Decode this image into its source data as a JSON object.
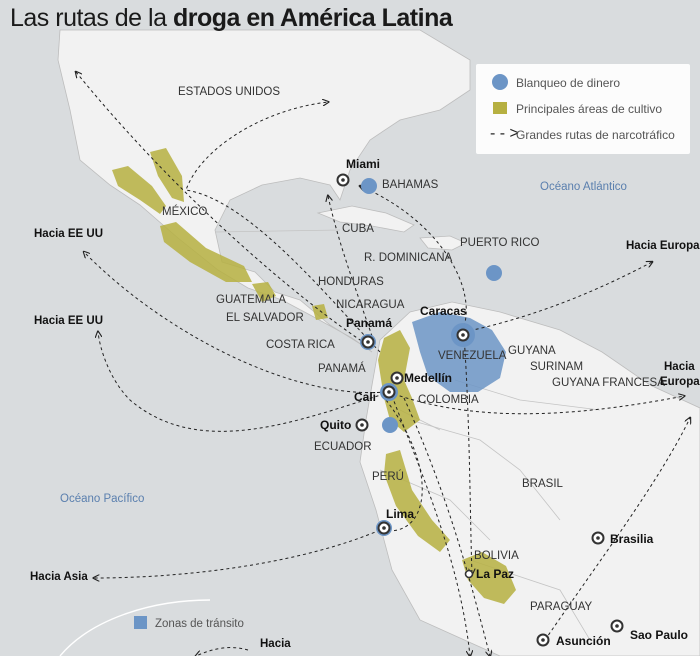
{
  "title": {
    "part1": "Las rutas de la ",
    "part2": "droga en América Latina"
  },
  "legend": {
    "laundering": "Blanqueo de dinero",
    "cultivation": "Principales áreas de cultivo",
    "routes": "Grandes rutas de narcotráfico",
    "transit": "Zonas de tránsito"
  },
  "colors": {
    "laundering": "#6c95c6",
    "cultivation": "#b6b041",
    "land": "#f2f2f2",
    "sea": "#d9dcde",
    "route": "#222222"
  },
  "countries": {
    "usa": "ESTADOS UNIDOS",
    "mexico": "MÉXICO",
    "cuba": "CUBA",
    "bahamas": "BAHAMAS",
    "puerto_rico": "PUERTO RICO",
    "dominican": "R. DOMINICANA",
    "honduras": "HONDURAS",
    "guatemala": "GUATEMALA",
    "el_salvador": "EL SALVADOR",
    "nicaragua": "NICARAGUA",
    "costa_rica": "COSTA RICA",
    "panama": "PANAMÁ",
    "venezuela": "VENEZUELA",
    "guyana": "GUYANA",
    "surinam": "SURINAM",
    "french_guiana": "GUYANA FRANCESA",
    "colombia": "COLOMBIA",
    "ecuador": "ECUADOR",
    "peru": "PERÚ",
    "brasil": "BRASIL",
    "bolivia": "BOLIVIA",
    "paraguay": "PARAGUAY"
  },
  "cities": {
    "miami": "Miami",
    "caracas": "Caracas",
    "panama": "Panamá",
    "medellin": "Medellín",
    "cali": "Cali",
    "quito": "Quito",
    "lima": "Lima",
    "la_paz": "La Paz",
    "brasilia": "Brasilia",
    "asuncion": "Asunción",
    "sao_paulo": "Sao Paulo"
  },
  "destinations": {
    "eeuu_1": "Hacia EE UU",
    "eeuu_2": "Hacia EE UU",
    "europa_1": "Hacia Europa",
    "europa_2_line1": "Hacia",
    "europa_2_line2": "Europa",
    "asia": "Hacia Asia",
    "bottom": "Hacia"
  },
  "oceans": {
    "atlantic": "Océano Atlántico",
    "pacific": "Océano Pacífico"
  }
}
